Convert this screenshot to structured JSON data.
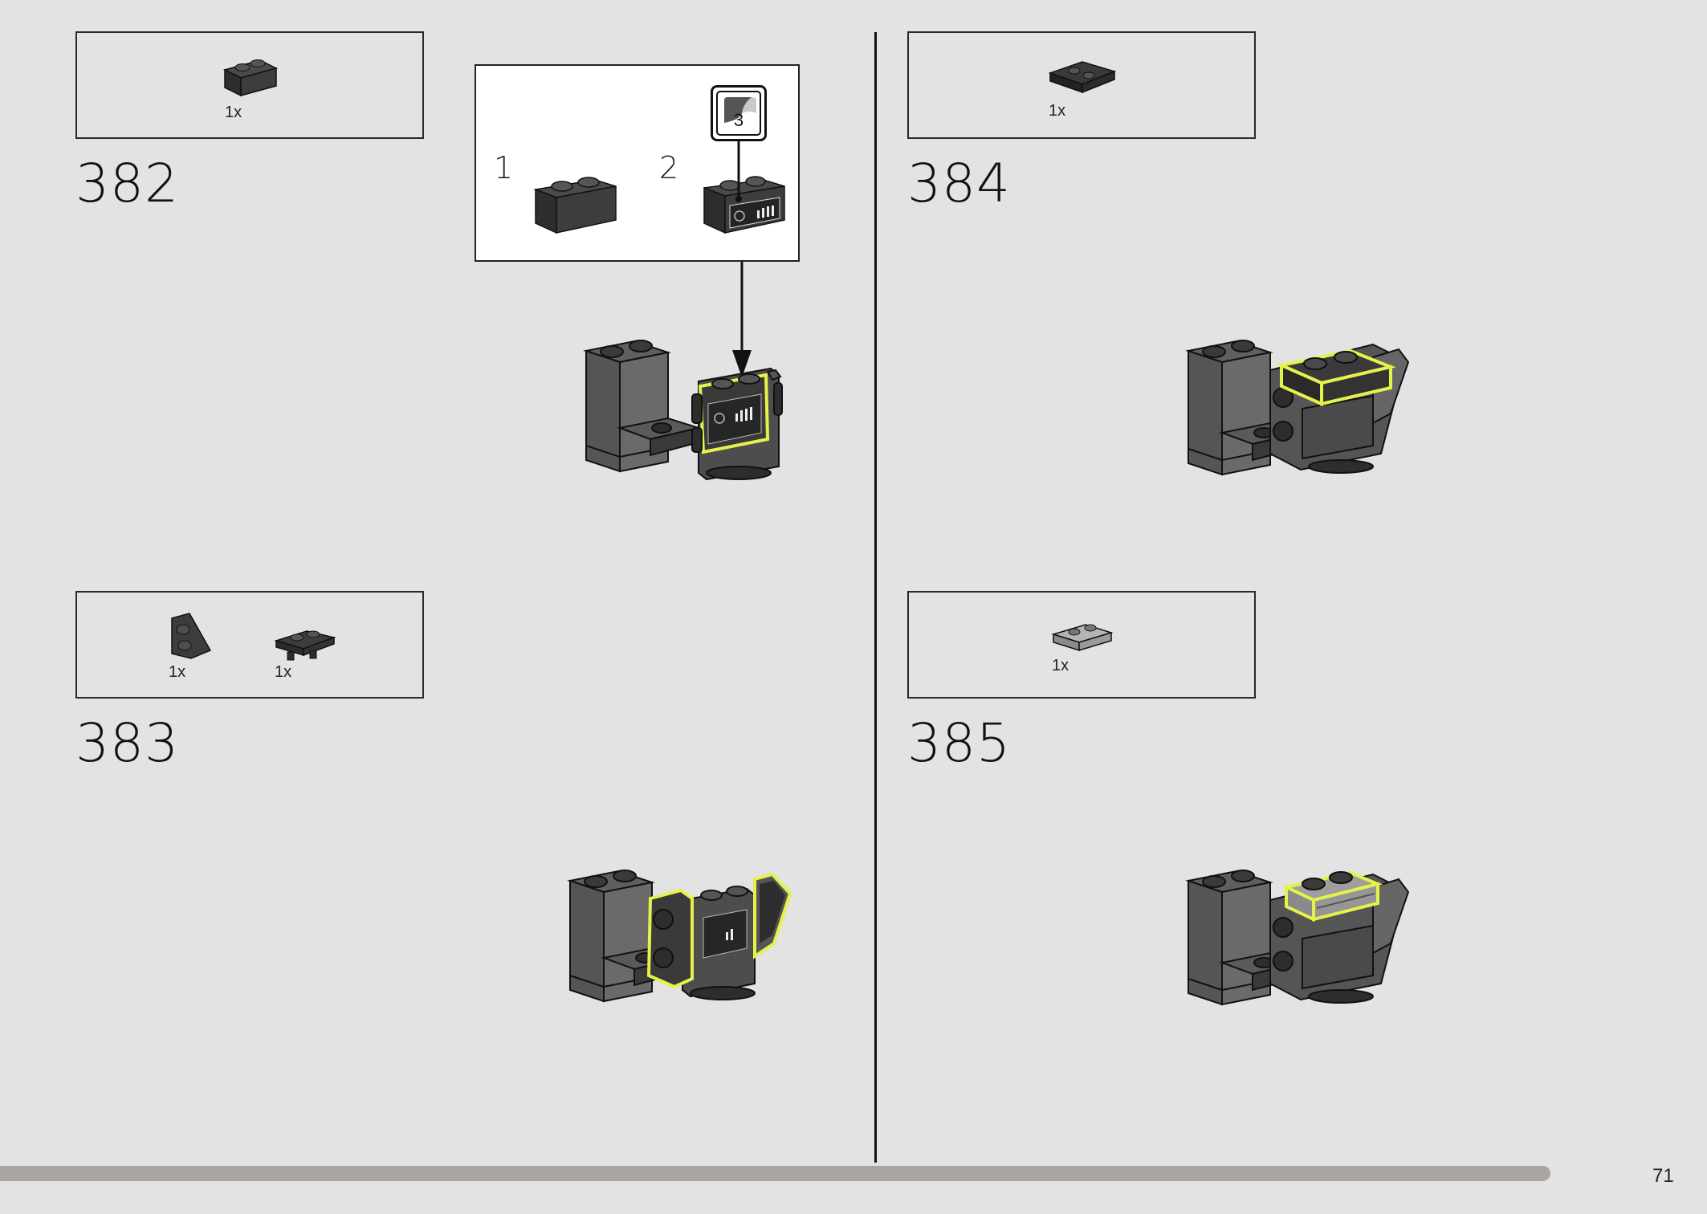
{
  "page": {
    "number": "71",
    "progress_fraction": 0.953
  },
  "colors": {
    "background": "#e3e3e3",
    "highlight": "#e4f24a",
    "brick_dark": "#3b3b3b",
    "brick_mid": "#595959",
    "brick_light": "#9a9a9a"
  },
  "steps": [
    {
      "number": "382",
      "parts": [
        {
          "icon": "brick-1x2-dark-icon",
          "qty": "1x"
        }
      ],
      "callout": {
        "sub_steps": [
          "1",
          "2"
        ],
        "sticker_number": "3"
      }
    },
    {
      "number": "383",
      "parts": [
        {
          "icon": "wedge-plate-dark-icon",
          "qty": "1x"
        },
        {
          "icon": "plate-with-clips-dark-icon",
          "qty": "1x"
        }
      ]
    },
    {
      "number": "384",
      "parts": [
        {
          "icon": "tile-2x2-dark-icon",
          "qty": "1x"
        }
      ]
    },
    {
      "number": "385",
      "parts": [
        {
          "icon": "plate-1x2-rail-light-icon",
          "qty": "1x"
        }
      ]
    }
  ]
}
